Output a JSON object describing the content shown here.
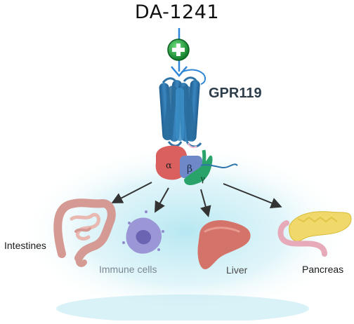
{
  "diagram": {
    "drug": "DA-1241",
    "receptor": "GPR119",
    "subunits": {
      "alpha": "α",
      "beta": "β",
      "gamma": "γ"
    },
    "targets": [
      {
        "label": "Intestines"
      },
      {
        "label": "Immune cells"
      },
      {
        "label": "Liver"
      },
      {
        "label": "Pancreas"
      }
    ],
    "icons": {
      "activation": "plus-icon",
      "intestines": "intestines-icon",
      "immune": "immune-cell-icon",
      "liver": "liver-icon",
      "pancreas": "pancreas-icon"
    },
    "colors": {
      "receptor": "#2f74a8",
      "alpha": "#d9605e",
      "beta": "#6e88c8",
      "gamma": "#2aa36b",
      "activator": "#16a34a",
      "arrow": "#2f86d6",
      "glow": "#bfeaf2"
    }
  }
}
